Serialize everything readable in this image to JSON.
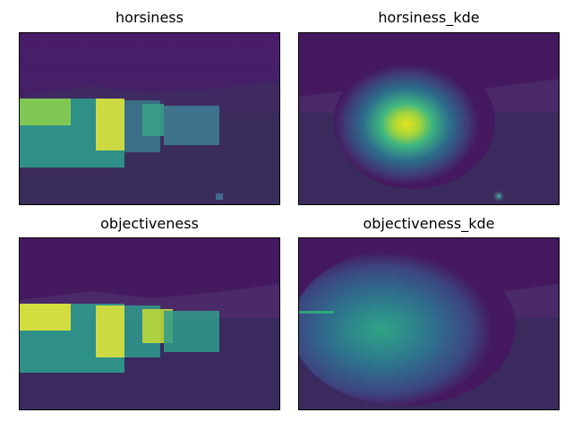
{
  "figure": {
    "panels": [
      {
        "title": "horsiness",
        "kind": "boxes"
      },
      {
        "title": "horsiness_kde",
        "kind": "kde"
      },
      {
        "title": "objectiveness",
        "kind": "boxes"
      },
      {
        "title": "objectiveness_kde",
        "kind": "kde"
      }
    ]
  },
  "colors": {
    "low": "#3b1d5a",
    "mid": "#2d8a8a",
    "high": "#e0e020",
    "frame": "#000000"
  }
}
